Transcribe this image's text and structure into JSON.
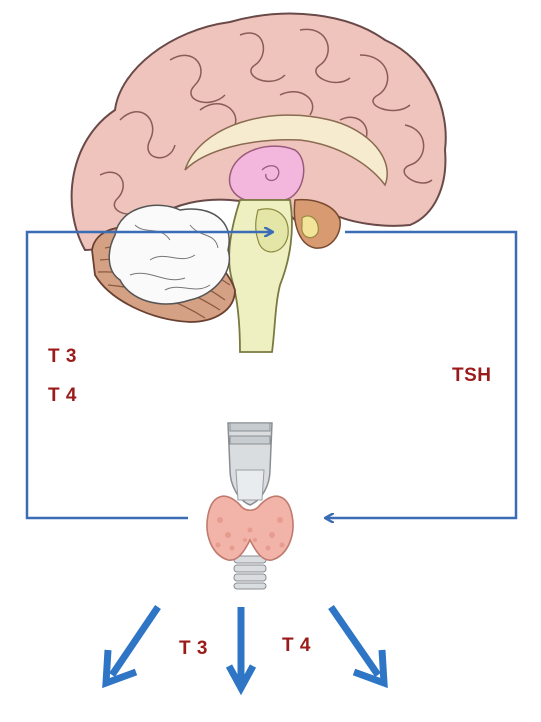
{
  "labels": {
    "feedback_t3": "T 3",
    "feedback_t4": "T 4",
    "tsh": "TSH",
    "output_t3": "T 3",
    "output_t4": "T 4"
  },
  "colors": {
    "arrow": "#3a6db5",
    "output_arrow": "#2e75c6",
    "label": "#9b1b1b",
    "brain": "#efc4bd",
    "cerebellum": "#d4a184",
    "brainstem": "#eef0c2",
    "thyroid": "#f2b4a8",
    "trachea": "#d9dde0"
  },
  "icons": {
    "brain": "brain-sagittal-illustration",
    "thyroid": "thyroid-gland-illustration"
  }
}
